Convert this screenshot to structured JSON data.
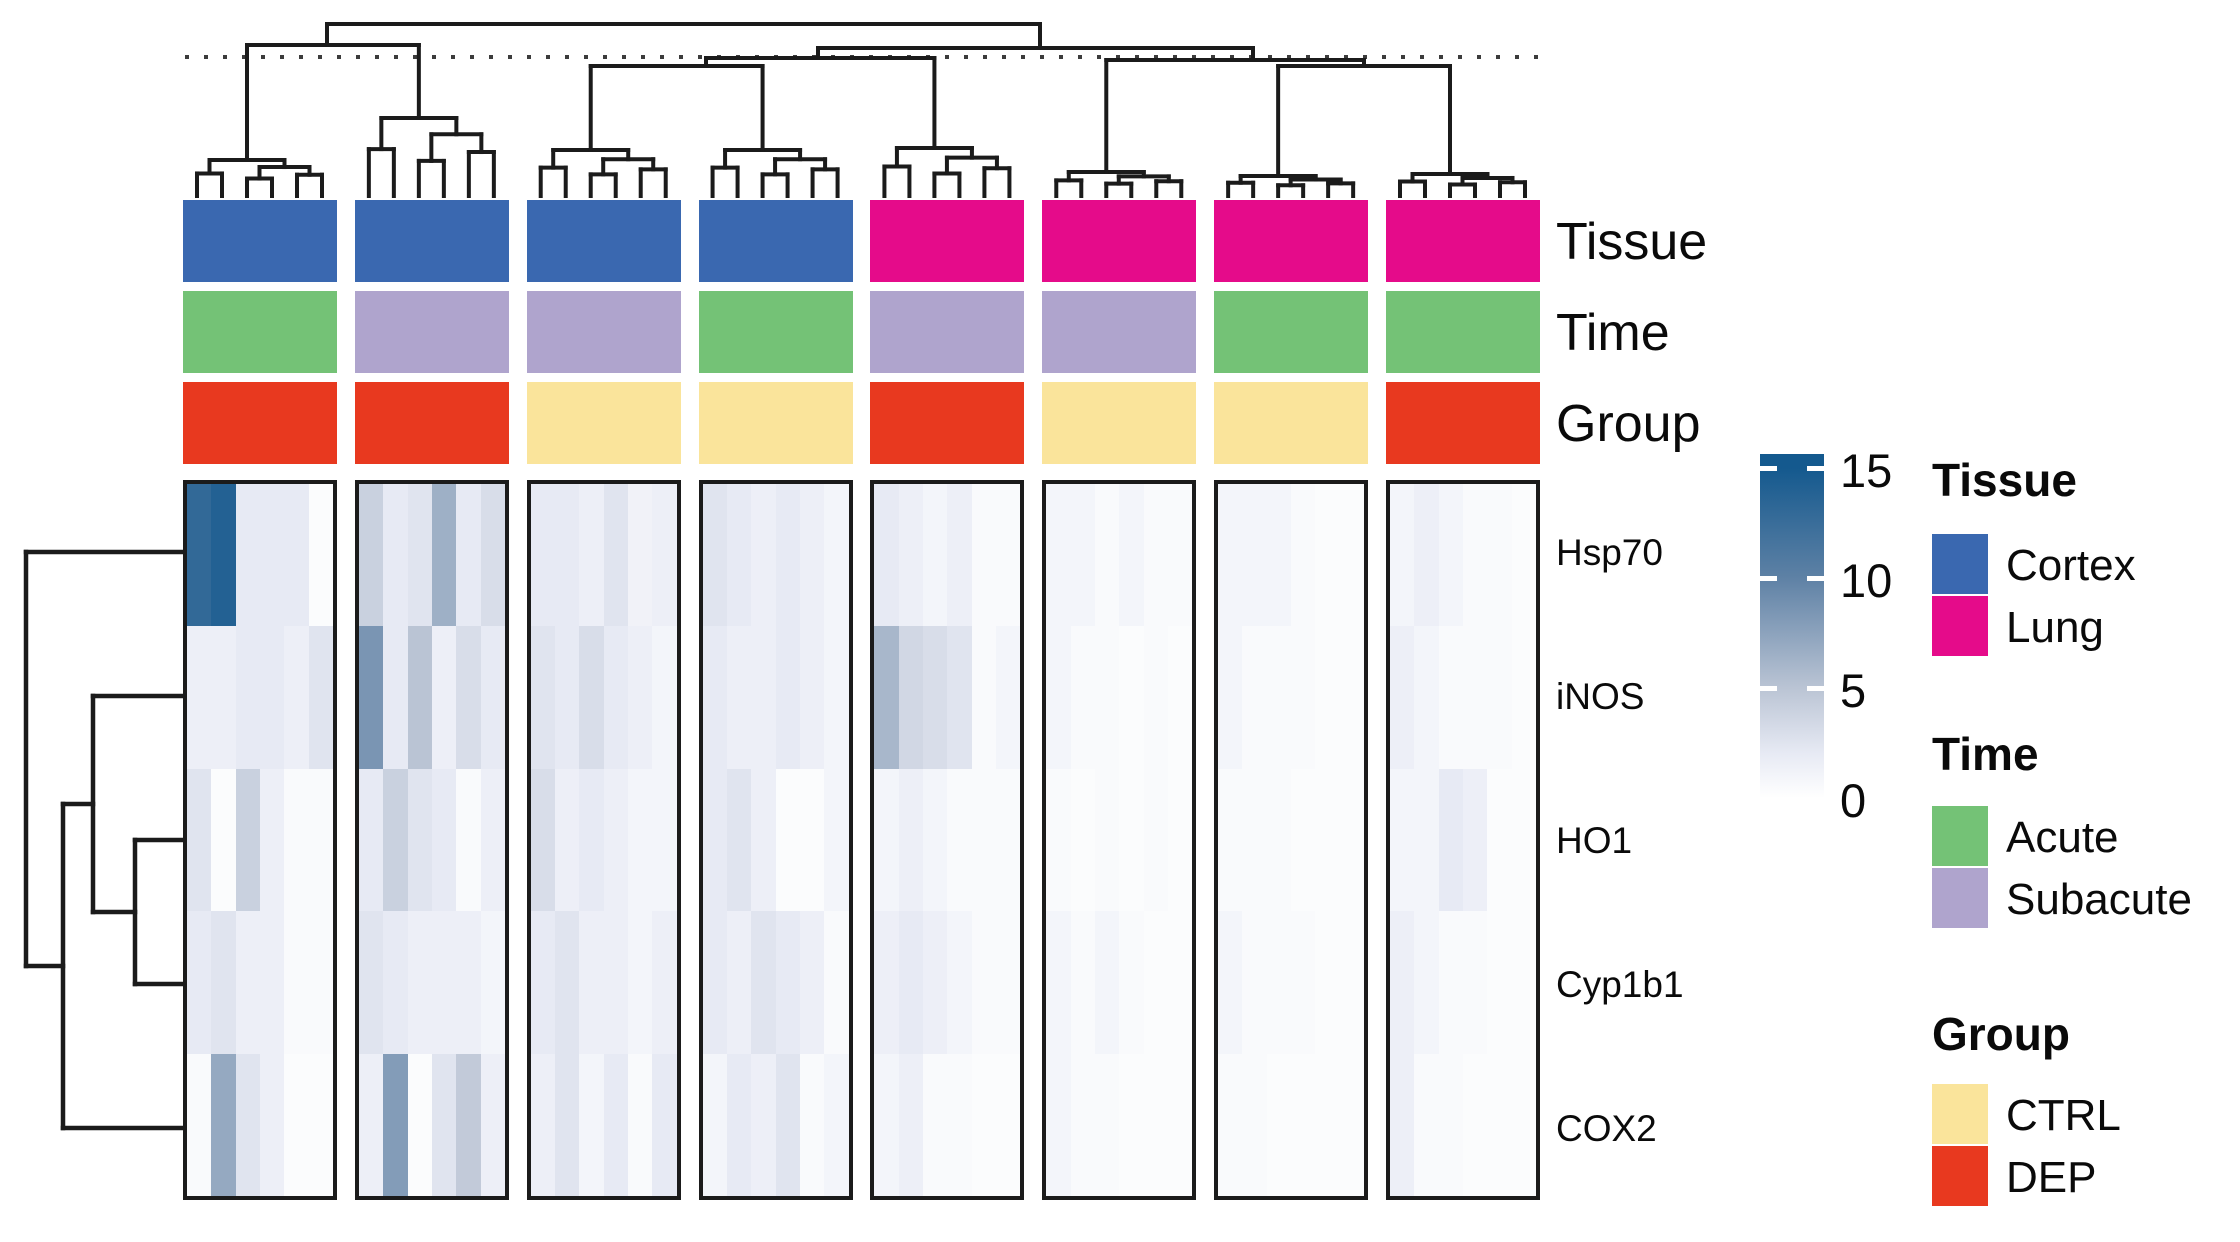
{
  "figure": {
    "type": "clustered-heatmap",
    "background": "#ffffff"
  },
  "rows": {
    "labels": [
      "Hsp70",
      "iNOS",
      "HO1",
      "Cyp1b1",
      "COX2"
    ]
  },
  "annotation_tracks": {
    "labels": [
      "Tissue",
      "Time",
      "Group"
    ],
    "tissue_per_block": [
      "Cortex",
      "Cortex",
      "Cortex",
      "Cortex",
      "Lung",
      "Lung",
      "Lung",
      "Lung"
    ],
    "time_per_block": [
      "Acute",
      "Subacute",
      "Subacute",
      "Acute",
      "Subacute",
      "Subacute",
      "Acute",
      "Acute"
    ],
    "group_per_block": [
      "DEP",
      "DEP",
      "CTRL",
      "CTRL",
      "DEP",
      "CTRL",
      "CTRL",
      "DEP"
    ]
  },
  "colors": {
    "category_colors": {
      "Cortex": "#3A68B0",
      "Lung": "#E50B8A",
      "Acute": "#74C276",
      "Subacute": "#AFA4CD",
      "CTRL": "#FAE49B",
      "DEP": "#E8391F"
    },
    "heat_stops": [
      [
        0,
        "#FFFFFF"
      ],
      [
        2,
        "#E7EAF4"
      ],
      [
        5,
        "#BAC4D4"
      ],
      [
        10,
        "#5E81A5"
      ],
      [
        15,
        "#14598E"
      ]
    ],
    "dendrogram_line": "#1b1b1b",
    "dotted_cut_line": "#3c3c3c"
  },
  "colorbar": {
    "ticks": [
      "15",
      "10",
      "5",
      "0"
    ],
    "tick_values": [
      15,
      10,
      5,
      0
    ]
  },
  "legend": {
    "tissue": {
      "title": "Tissue",
      "items": [
        {
          "label": "Cortex",
          "color": "#3A68B0"
        },
        {
          "label": "Lung",
          "color": "#E50B8A"
        }
      ]
    },
    "time": {
      "title": "Time",
      "items": [
        {
          "label": "Acute",
          "color": "#74C276"
        },
        {
          "label": "Subacute",
          "color": "#AFA4CD"
        }
      ]
    },
    "group": {
      "title": "Group",
      "items": [
        {
          "label": "CTRL",
          "color": "#FAE49B"
        },
        {
          "label": "DEP",
          "color": "#E8391F"
        }
      ]
    }
  },
  "chart_data": {
    "type": "heatmap",
    "title": "",
    "rows": [
      "Hsp70",
      "iNOS",
      "HO1",
      "Cyp1b1",
      "COX2"
    ],
    "column_blocks": [
      {
        "tissue": "Cortex",
        "time": "Acute",
        "group": "DEP"
      },
      {
        "tissue": "Cortex",
        "time": "Subacute",
        "group": "DEP"
      },
      {
        "tissue": "Cortex",
        "time": "Subacute",
        "group": "CTRL"
      },
      {
        "tissue": "Cortex",
        "time": "Acute",
        "group": "CTRL"
      },
      {
        "tissue": "Lung",
        "time": "Subacute",
        "group": "DEP"
      },
      {
        "tissue": "Lung",
        "time": "Subacute",
        "group": "CTRL"
      },
      {
        "tissue": "Lung",
        "time": "Acute",
        "group": "CTRL"
      },
      {
        "tissue": "Lung",
        "time": "Acute",
        "group": "DEP"
      }
    ],
    "columns_per_block": 6,
    "value_range": [
      0,
      15
    ],
    "colorbar_ticks": [
      15,
      10,
      5,
      0
    ],
    "row_dendrogram": true,
    "column_dendrogram": true,
    "values": {
      "Hsp70": [
        13,
        14,
        2,
        2,
        2,
        0.3,
        4,
        2,
        2.5,
        6.5,
        2,
        3,
        2,
        2,
        1.5,
        2.5,
        1.2,
        1.5,
        2.5,
        2,
        1.5,
        2,
        1.5,
        1,
        2,
        1.5,
        1,
        1.5,
        0.5,
        0.5,
        1,
        1,
        0.5,
        1,
        0.5,
        0.5,
        1,
        1,
        1,
        0.5,
        0.3,
        0.3,
        1,
        1.5,
        1,
        0.5,
        0.5,
        0.3
      ],
      "iNOS": [
        1.5,
        1.5,
        2,
        2,
        1.5,
        2.5,
        8.5,
        2,
        5,
        1.5,
        3,
        2,
        2.5,
        2,
        3,
        2,
        1.5,
        1,
        2,
        1.5,
        1.5,
        2,
        1.5,
        1,
        6,
        3.5,
        3,
        2.5,
        0.5,
        1,
        1,
        0.5,
        0.5,
        0.3,
        0.5,
        0.3,
        1,
        0.5,
        0.5,
        0.5,
        0.3,
        0.3,
        1.5,
        1,
        0.5,
        0.5,
        0.5,
        0.3
      ],
      "HO1": [
        2.5,
        0.3,
        4,
        1.5,
        0.5,
        0.5,
        2,
        4,
        2.5,
        2,
        0.5,
        1.5,
        3,
        1.5,
        2,
        1.5,
        1,
        1,
        2,
        2.5,
        1.5,
        0.3,
        0.3,
        1,
        1,
        1.5,
        1,
        0.5,
        0.5,
        0.5,
        0.5,
        0.3,
        0.5,
        0.3,
        0.5,
        0.3,
        0.5,
        0.5,
        0.5,
        0.3,
        0.3,
        0.3,
        1,
        1,
        2,
        1.5,
        0.3,
        0.3
      ],
      "Cyp1b1": [
        2,
        2.5,
        1.5,
        1.5,
        0.5,
        0.5,
        2.5,
        2,
        1.5,
        1.5,
        1.5,
        1,
        2,
        2.5,
        1.5,
        1.5,
        1,
        1.5,
        2,
        1.5,
        2.5,
        2,
        1.5,
        0.5,
        1.5,
        2,
        1.5,
        1,
        0.5,
        0.5,
        1,
        0.5,
        1,
        0.5,
        0.3,
        0.3,
        1,
        0.5,
        0.5,
        0.5,
        0.3,
        0.3,
        1.5,
        1,
        0.5,
        0.5,
        0.3,
        0.3
      ],
      "COX2": [
        0.5,
        7,
        2.5,
        1.5,
        0.3,
        0.3,
        1.5,
        8,
        0.3,
        2.5,
        4.5,
        1.5,
        1.5,
        2.5,
        1,
        2,
        0.5,
        2,
        1,
        2,
        1.5,
        2.5,
        0.5,
        1,
        1,
        1.5,
        0.5,
        0.5,
        0.3,
        0.3,
        1,
        0.5,
        0.5,
        0.3,
        0.3,
        0.3,
        0.5,
        0.5,
        0.3,
        0.3,
        0.3,
        0.3,
        1.5,
        0.5,
        0.5,
        0.3,
        0.3,
        0.3
      ]
    }
  }
}
